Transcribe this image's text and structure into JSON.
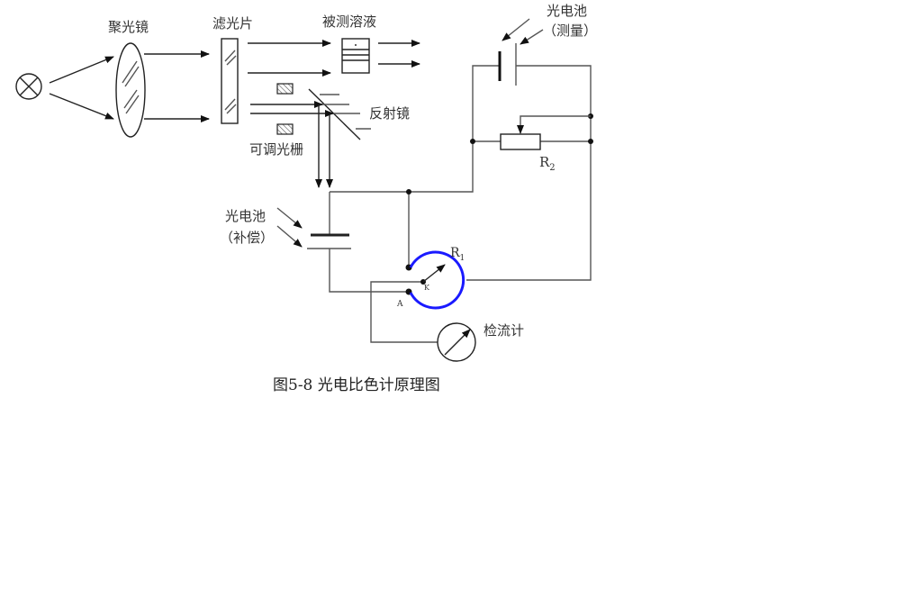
{
  "labels": {
    "condenser_lens": "聚光镜",
    "filter": "滤光片",
    "sample_solution": "被测溶液",
    "mirror": "反射镜",
    "adjustable_grating": "可调光栅",
    "photocell_measure_line1": "光电池",
    "photocell_measure_line2": "（测量）",
    "photocell_comp_line1": "光电池",
    "photocell_comp_line2": "（补偿）",
    "r1": "R",
    "r1_sub": "1",
    "r2": "R",
    "r2_sub": "2",
    "galvanometer": "检流计",
    "node_a": "A",
    "node_k": "K"
  },
  "caption": "图5-8 光电比色计原理图",
  "colors": {
    "r1_arc": "#1a1aff",
    "line": "#555555"
  }
}
